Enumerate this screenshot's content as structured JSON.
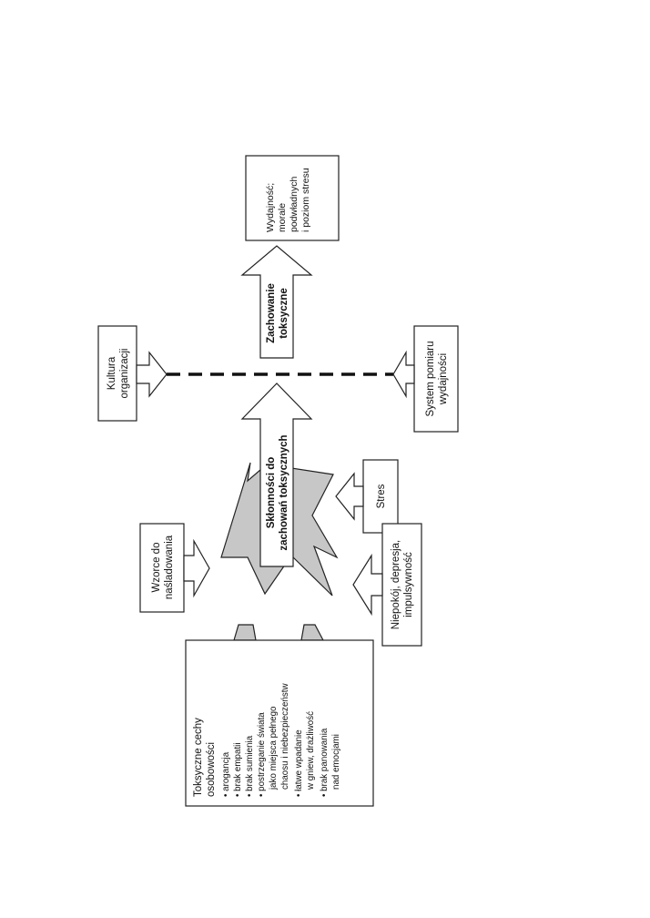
{
  "nodes": {
    "performance": [
      "Wydajność;",
      "morale",
      "podwładnych",
      "i poziom stresu"
    ],
    "culture": [
      "Kultura",
      "organizacji"
    ],
    "measurement": [
      "System pomiaru",
      "wydajności"
    ],
    "role_models": [
      "Wzorce do",
      "naśladowania"
    ],
    "stress": "Stres",
    "anxiety": [
      "Niepokój, depresja,",
      "impulsywność"
    ],
    "traits_title": [
      "Toksyczne cechy",
      "osobowości"
    ],
    "traits_items": [
      "• arogancja",
      "• brak empatii",
      "• brak sumienia",
      "• postrzeganie świata",
      "jako miejsca pełnego",
      "chaosu i niebezpieczeństw",
      "• łatwe wpadanie",
      "w gniew, drażliwość",
      "• brak panowania",
      "nad emocjami"
    ]
  },
  "arrows": {
    "toxic_behavior": [
      "Zachowanie",
      "toksyczne"
    ],
    "toxic_tendencies": [
      "Skłonności do",
      "zachowań toksycznych"
    ]
  },
  "colors": {
    "star_fill": "#c7c7c7",
    "stroke": "#222222"
  }
}
